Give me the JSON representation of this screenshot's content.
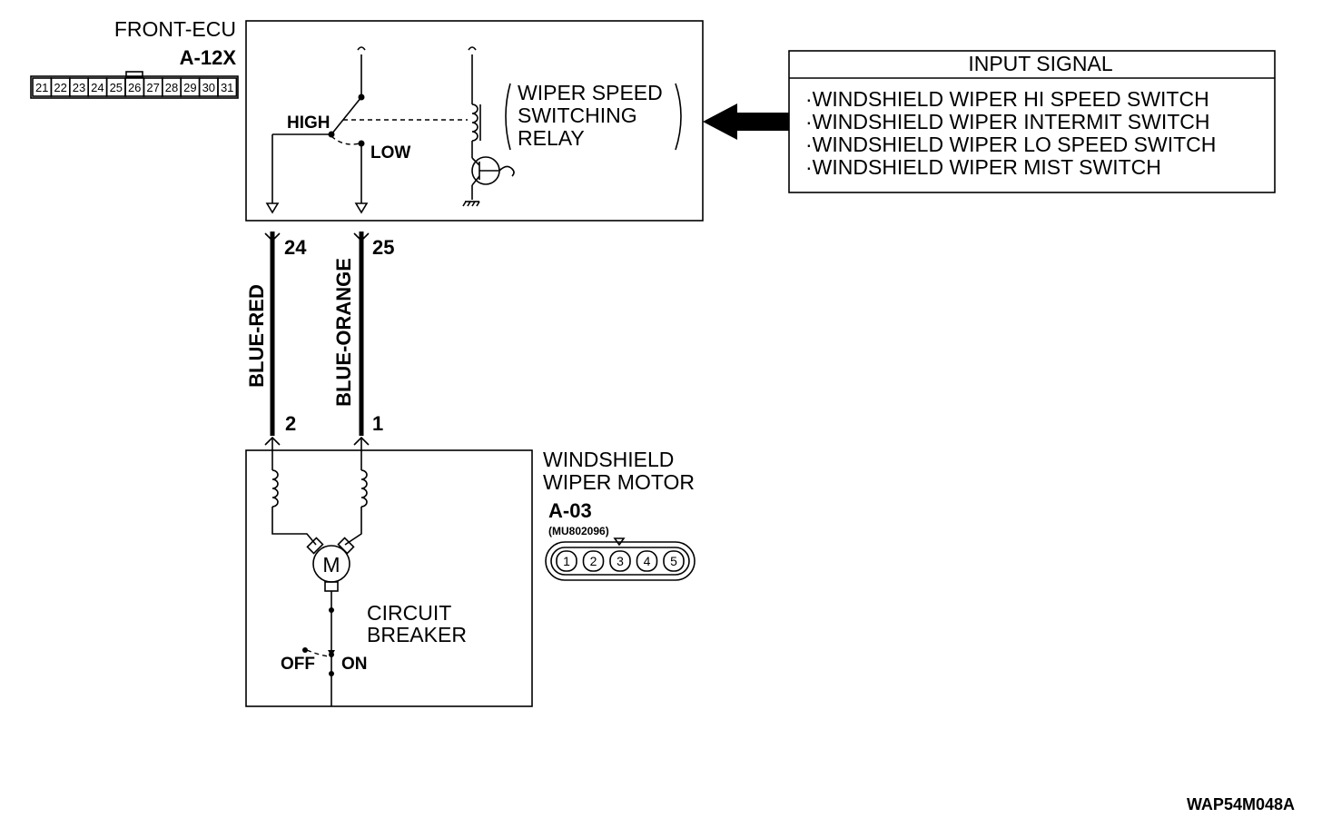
{
  "front_ecu": {
    "name": "FRONT-ECU",
    "connector": "A-12X",
    "pins": [
      "21",
      "22",
      "23",
      "24",
      "25",
      "26",
      "27",
      "28",
      "29",
      "30",
      "31"
    ]
  },
  "relay": {
    "label_lines": [
      "WIPER SPEED",
      "SWITCHING",
      "RELAY"
    ],
    "high_label": "HIGH",
    "low_label": "LOW"
  },
  "input_signal": {
    "title": "INPUT SIGNAL",
    "items": [
      "·WINDSHIELD WIPER HI SPEED SWITCH",
      "·WINDSHIELD WIPER INTERMIT SWITCH",
      "·WINDSHIELD WIPER LO SPEED SWITCH",
      "·WINDSHIELD WIPER MIST SWITCH"
    ]
  },
  "wires": [
    {
      "color": "BLUE-RED",
      "ecu_pin": "24",
      "motor_pin": "2"
    },
    {
      "color": "BLUE-ORANGE",
      "ecu_pin": "25",
      "motor_pin": "1"
    }
  ],
  "motor": {
    "name_lines": [
      "WINDSHIELD",
      "WIPER MOTOR"
    ],
    "connector": "A-03",
    "part_number": "(MU802096)",
    "pins": [
      "1",
      "2",
      "3",
      "4",
      "5"
    ],
    "motor_symbol": "M",
    "breaker_lines": [
      "CIRCUIT",
      "BREAKER"
    ],
    "off_label": "OFF",
    "on_label": "ON"
  },
  "figure_code": "WAP54M048A"
}
